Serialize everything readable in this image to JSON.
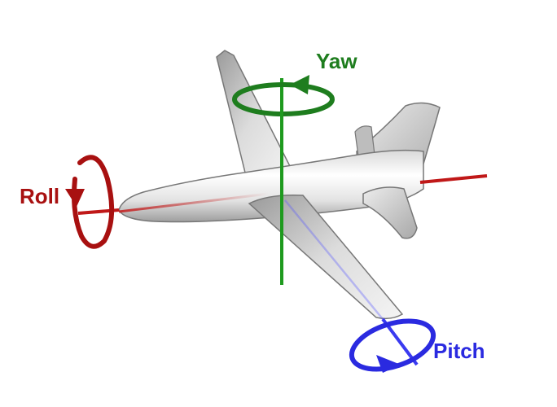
{
  "labels": {
    "yaw": "Yaw",
    "roll": "Roll",
    "pitch": "Pitch"
  },
  "colors": {
    "yaw": "#1e7d1e",
    "roll": "#a81010",
    "pitch": "#2a2ae0",
    "background": "#ffffff"
  }
}
